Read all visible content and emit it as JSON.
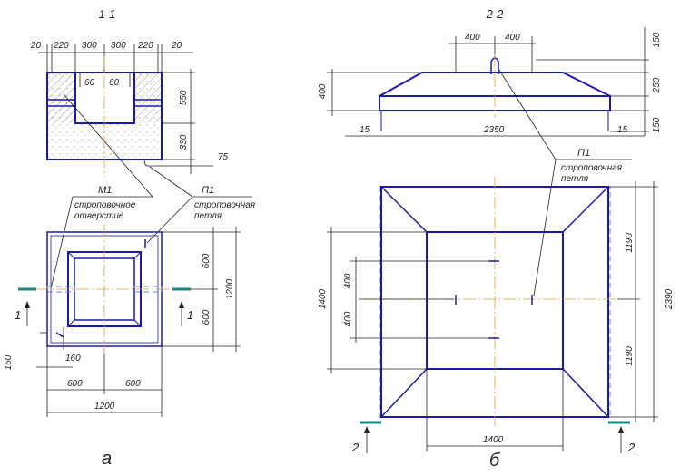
{
  "titles": {
    "section_a": "1-1",
    "section_b": "2-2",
    "label_a": "а",
    "label_b": "б"
  },
  "callouts": {
    "m1": "М1",
    "m1_desc_1": "строповочное",
    "m1_desc_2": "отверстие",
    "p1": "П1",
    "p1_desc_1": "строповочная",
    "p1_desc_2": "петля",
    "p1b": "П1",
    "p1b_desc_1": "строповочная",
    "p1b_desc_2": "петля"
  },
  "section_marks": {
    "cut1": "1",
    "cut2": "2"
  },
  "dims_a": {
    "top": [
      "20",
      "220",
      "300",
      "300",
      "220",
      "20"
    ],
    "inner_60_left": "60",
    "inner_60_right": "60",
    "right_550": "550",
    "right_330": "330",
    "right_75": "75",
    "plan_600_top": "600",
    "plan_600_bottom": "600",
    "plan_1200_v": "1200",
    "small_160_h": "160",
    "small_160_v": "160",
    "plan_600_left": "600",
    "plan_600_right": "600",
    "plan_1200_h": "1200"
  },
  "dims_b": {
    "top_400_left": "400",
    "top_400_right": "400",
    "right_150_top": "150",
    "right_250": "250",
    "right_150_bottom": "150",
    "left_400": "400",
    "bottom_15_left": "15",
    "bottom_2350": "2350",
    "bottom_15_right": "15",
    "left_1400": "1400",
    "left_400_upper": "400",
    "left_400_lower": "400",
    "right_1190_upper": "1190",
    "right_1190_lower": "1190",
    "right_2390": "2390",
    "bottom_1400": "1400"
  }
}
